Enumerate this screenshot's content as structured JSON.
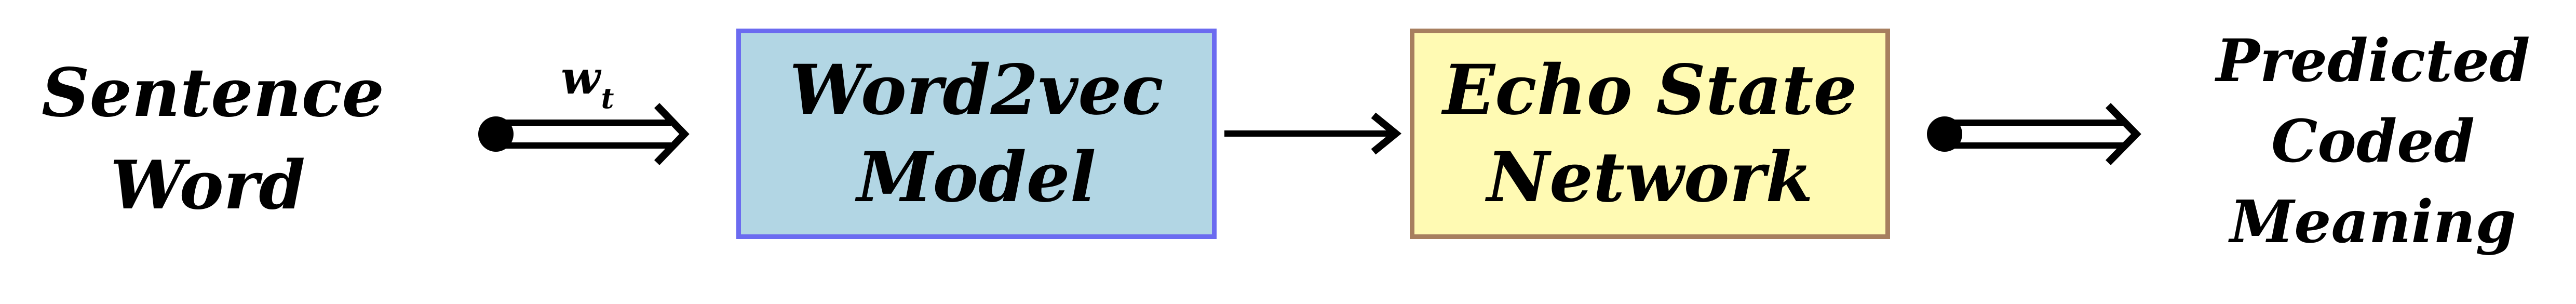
{
  "input_label": "Sentence\nWord",
  "arrow_input_label": {
    "main": "w",
    "sub": "t"
  },
  "word2vec_box": {
    "label": "Word2vec\nModel",
    "fill": "#b2d6e4",
    "border": "#6b6bf0"
  },
  "esn_box": {
    "label": "Echo State\nNetwork",
    "fill": "#fffab3",
    "border": "#a77f5f"
  },
  "output_label": "Predicted\nCoded\nMeaning"
}
